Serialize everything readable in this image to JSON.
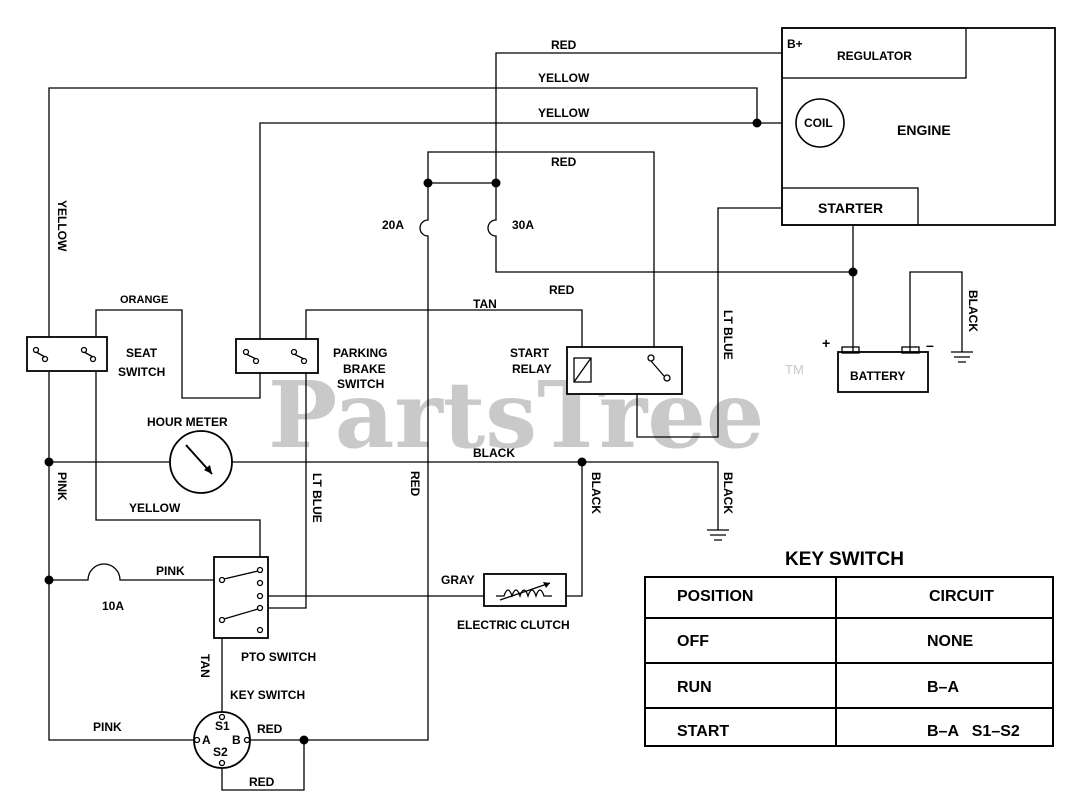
{
  "watermark": {
    "text": "PartsTree",
    "tm": "TM"
  },
  "components": {
    "engine": "ENGINE",
    "b_plus": "B+",
    "regulator": "REGULATOR",
    "coil": "COIL",
    "starter": "STARTER",
    "battery": "BATTERY",
    "plus": "+",
    "minus": "–",
    "fuse_20": "20A",
    "fuse_30": "30A",
    "fuse_10": "10A",
    "seat_switch_1": "SEAT",
    "seat_switch_2": "SWITCH",
    "parking_brake_1": "PARKING",
    "parking_brake_2": "BRAKE",
    "parking_brake_3": "SWITCH",
    "start_relay_1": "START",
    "start_relay_2": "RELAY",
    "hour_meter": "HOUR METER",
    "pto_switch": "PTO SWITCH",
    "key_switch": "KEY SWITCH",
    "electric_clutch": "ELECTRIC CLUTCH",
    "ks_s1": "S1",
    "ks_s2": "S2",
    "ks_a": "A",
    "ks_b": "B"
  },
  "wires": {
    "red_top": "RED",
    "yellow_top": "YELLOW",
    "yellow_coil": "YELLOW",
    "red_fuse": "RED",
    "red_relay": "RED",
    "tan_top": "TAN",
    "orange": "ORANGE",
    "yellow_left": "YELLOW",
    "black_mid": "BLACK",
    "red_vert": "RED",
    "lt_blue_vert": "LT BLUE",
    "lt_blue_right": "LT BLUE",
    "black_vert": "BLACK",
    "black_ground": "BLACK",
    "black_battery": "BLACK",
    "pink_vert": "PINK",
    "yellow_low": "YELLOW",
    "pink_fuse": "PINK",
    "gray": "GRAY",
    "tan_key": "TAN",
    "pink_key": "PINK",
    "red_key_b": "RED",
    "red_key_bottom": "RED"
  },
  "key_switch_table": {
    "title": "KEY SWITCH",
    "headers": [
      "POSITION",
      "CIRCUIT"
    ],
    "rows": [
      {
        "position": "OFF",
        "circuit": "NONE"
      },
      {
        "position": "RUN",
        "circuit": "B–A"
      },
      {
        "position": "START",
        "circuit": "B–A   S1–S2"
      }
    ]
  }
}
